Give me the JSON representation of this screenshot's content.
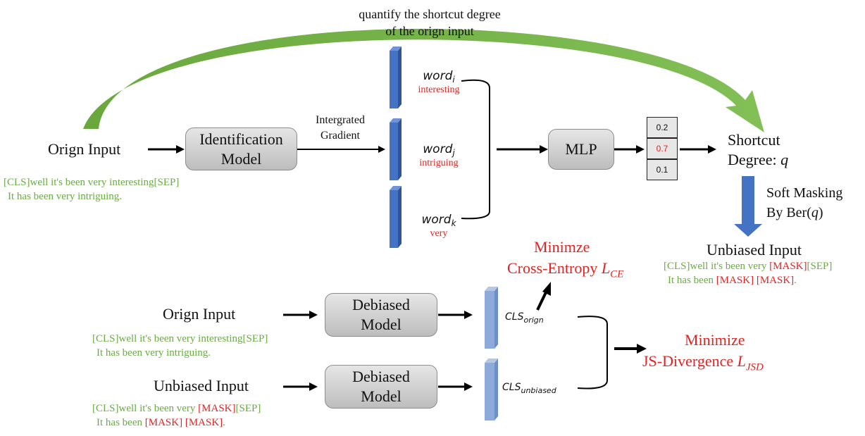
{
  "top": {
    "title_line1": "quantify the shortcut degree",
    "title_line2": "of the  orign input",
    "orign_input": "Orign Input",
    "orign_sample_1": "[CLS]well it's been very interesting[SEP]",
    "orign_sample_2": "It has been very intriguing.",
    "identification_model_1": "Identification",
    "identification_model_2": "Model",
    "ig_label_1": "Intergrated",
    "ig_label_2": "Gradient",
    "words": [
      {
        "base": "word",
        "sub": "i",
        "example": "interesting"
      },
      {
        "base": "word",
        "sub": "j",
        "example": "intriguing"
      },
      {
        "base": "word",
        "sub": "k",
        "example": "very"
      }
    ],
    "mlp": "MLP",
    "probs": [
      "0.2",
      "0.7",
      "0.1"
    ],
    "shortcut_1": "Shortcut",
    "shortcut_2": "Degree:",
    "q": "q",
    "soft_masking_1": "Soft Masking",
    "soft_masking_2": "By Ber(",
    "soft_masking_q": "q",
    "soft_masking_3": ")",
    "unbiased_input": "Unbiased Input",
    "unbiased_sample_a": "[CLS]well it's been very ",
    "mask": "[MASK]",
    "sep": "[SEP]",
    "unbiased_sample_b": "It has been ",
    "space": " ",
    "period": "."
  },
  "bottom": {
    "minimize_ce_1": "Minimze",
    "minimize_ce_2": "Cross-Entropy ",
    "l_ce": "L",
    "l_ce_sub": "CE",
    "orign_input": "Orign Input",
    "orign_sample_1": "[CLS]well it's been very interesting[SEP]",
    "orign_sample_2": "It has been very intriguing.",
    "debiased_model_1": "Debiased",
    "debiased_model_2": "Model",
    "cls_orign": "CLS",
    "cls_orign_sub": "orign",
    "cls_unbiased": "CLS",
    "cls_unbiased_sub": "unbiased",
    "unbiased_input": "Unbiased Input",
    "minimize_js_1": "Minimize",
    "minimize_js_2": "JS-Divergence ",
    "l_jsd": "L",
    "l_jsd_sub": "JSD"
  },
  "colors": {
    "green": "#6aab43",
    "red": "#e02424",
    "blue": "#4472c4",
    "light_blue": "#8eaadb",
    "arc_green": "#70ad47"
  }
}
